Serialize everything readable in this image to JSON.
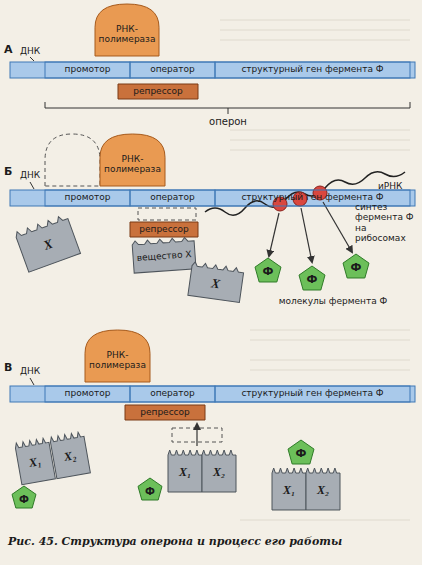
{
  "diagram": {
    "caption": "Рис. 45. Структура оперона и процесс его работы",
    "nodes": [
      {
        "text": [
          "РНК-полимераза"
        ]
      },
      {
        "text": [
          "промотор"
        ]
      },
      {
        "text": [
          "оператор"
        ]
      },
      {
        "text": [
          "структурный ген фермента Ф"
        ]
      },
      {
        "text": [
          "репрессор"
        ]
      },
      {
        "text": [
          "РНК-полимераза"
        ]
      },
      {
        "text": [
          "промотор"
        ]
      },
      {
        "text": [
          "оператор"
        ]
      },
      {
        "text": [
          "структурный ген фермента Ф"
        ]
      },
      {
        "text": [
          "репрессор"
        ]
      },
      {
        "text": [
          "вещество Х"
        ]
      },
      {
        "text": [
          "Х"
        ]
      },
      {
        "text": [
          "Х"
        ]
      },
      {
        "text": [
          "Ф"
        ]
      },
      {
        "text": [
          "Ф"
        ]
      },
      {
        "text": [
          "Ф"
        ]
      },
      {
        "text": [
          "РНК-полимераза"
        ]
      },
      {
        "text": [
          "промотор"
        ]
      },
      {
        "text": [
          "оператор"
        ]
      },
      {
        "text": [
          "структурный ген фермента Ф"
        ]
      },
      {
        "text": [
          "репрессор"
        ]
      },
      {
        "text": [
          "Х₁"
        ]
      },
      {
        "text": [
          "Х₂"
        ]
      },
      {
        "text": [
          "Ф"
        ]
      },
      {
        "text": [
          "Х₁"
        ]
      },
      {
        "text": [
          "Х₂"
        ]
      },
      {
        "text": [
          "Ф"
        ]
      },
      {
        "text": [
          "Ф"
        ]
      },
      {
        "text": [
          "Х₁"
        ]
      },
      {
        "text": [
          "Х₂"
        ]
      }
    ],
    "labels": [
      "А",
      "ДНК",
      "оперон",
      "Б",
      "ДНК",
      "иРНК",
      "синтез фермента Ф на рибосомах",
      "молекулы фермента Ф",
      "В",
      "ДНК"
    ]
  }
}
